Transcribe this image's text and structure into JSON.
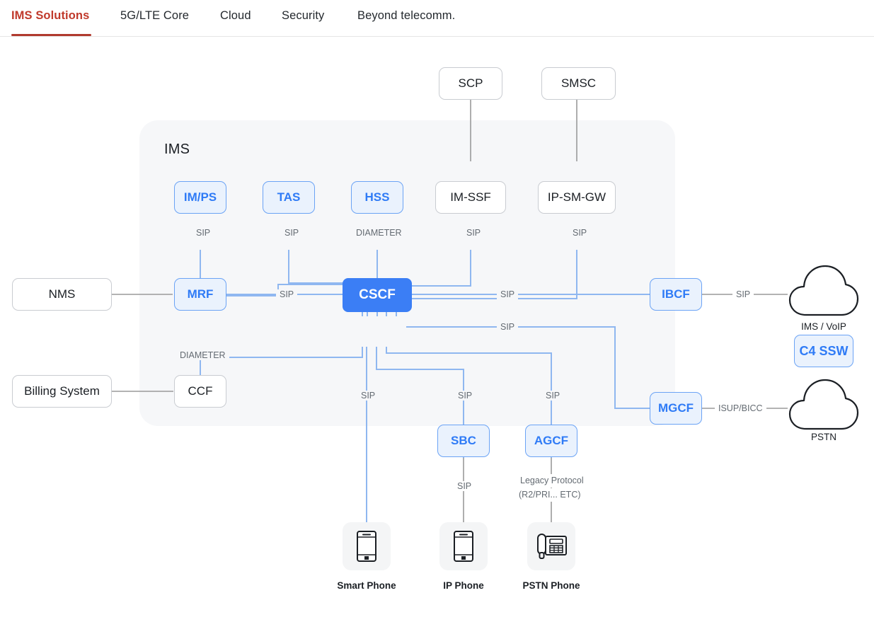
{
  "nav": {
    "items": [
      {
        "label": "IMS Solutions",
        "active": true
      },
      {
        "label": "5G/LTE Core",
        "active": false
      },
      {
        "label": "Cloud",
        "active": false
      },
      {
        "label": "Security",
        "active": false
      },
      {
        "label": "Beyond telecomm.",
        "active": false
      }
    ]
  },
  "diagram": {
    "group_label": "IMS",
    "colors": {
      "accent": "#3b7ef5",
      "node_light_fill": "#eaf2fd",
      "node_light_border": "#6ba3f5",
      "panel_bg": "#f6f7f9",
      "wire_blue": "#8fb7f0",
      "wire_gray": "#9a9a9a",
      "nav_active": "#c0392b"
    },
    "nodes": [
      {
        "id": "scp",
        "label": "SCP",
        "style": "plain"
      },
      {
        "id": "smsc",
        "label": "SMSC",
        "style": "plain"
      },
      {
        "id": "imps",
        "label": "IM/PS",
        "style": "light"
      },
      {
        "id": "tas",
        "label": "TAS",
        "style": "light"
      },
      {
        "id": "hss",
        "label": "HSS",
        "style": "light"
      },
      {
        "id": "imssf",
        "label": "IM-SSF",
        "style": "plain"
      },
      {
        "id": "ipsmgw",
        "label": "IP-SM-GW",
        "style": "plain"
      },
      {
        "id": "nms",
        "label": "NMS",
        "style": "plain"
      },
      {
        "id": "mrf",
        "label": "MRF",
        "style": "light"
      },
      {
        "id": "cscf",
        "label": "CSCF",
        "style": "primary"
      },
      {
        "id": "ibcf",
        "label": "IBCF",
        "style": "light"
      },
      {
        "id": "billing",
        "label": "Billing System",
        "style": "plain"
      },
      {
        "id": "ccf",
        "label": "CCF",
        "style": "plain"
      },
      {
        "id": "mgcf",
        "label": "MGCF",
        "style": "light"
      },
      {
        "id": "c4ssw",
        "label": "C4 SSW",
        "style": "light"
      },
      {
        "id": "sbc",
        "label": "SBC",
        "style": "light"
      },
      {
        "id": "agcf",
        "label": "AGCF",
        "style": "light"
      }
    ],
    "clouds": [
      {
        "id": "ims-voip",
        "caption": "IMS / VoIP"
      },
      {
        "id": "pstn",
        "caption": "PSTN"
      }
    ],
    "devices": [
      {
        "id": "smart-phone",
        "caption": "Smart Phone",
        "icon": "smartphone-icon"
      },
      {
        "id": "ip-phone",
        "caption": "IP Phone",
        "icon": "smartphone-icon"
      },
      {
        "id": "pstn-phone",
        "caption": "PSTN Phone",
        "icon": "desk-phone-icon"
      }
    ],
    "edge_labels": [
      {
        "id": "imps-cscf",
        "text": "SIP"
      },
      {
        "id": "tas-cscf",
        "text": "SIP"
      },
      {
        "id": "hss-cscf",
        "text": "DIAMETER"
      },
      {
        "id": "imssf-cscf",
        "text": "SIP"
      },
      {
        "id": "ipsmgw-cscf",
        "text": "SIP"
      },
      {
        "id": "mrf-cscf",
        "text": "SIP"
      },
      {
        "id": "cscf-ibcf",
        "text": "SIP"
      },
      {
        "id": "cscf-mgcf",
        "text": "SIP"
      },
      {
        "id": "cscf-ccf",
        "text": "DIAMETER"
      },
      {
        "id": "cscf-smart",
        "text": "SIP"
      },
      {
        "id": "cscf-sbc",
        "text": "SIP"
      },
      {
        "id": "cscf-agcf",
        "text": "SIP"
      },
      {
        "id": "ibcf-cloud",
        "text": "SIP"
      },
      {
        "id": "mgcf-pstn",
        "text": "ISUP/BICC"
      },
      {
        "id": "sbc-ipphone",
        "text": "SIP"
      },
      {
        "id": "agcf-pstnphone_l1",
        "text": "Legacy Protocol"
      },
      {
        "id": "agcf-pstnphone_l2",
        "text": "(R2/PRI... ETC)"
      }
    ]
  }
}
